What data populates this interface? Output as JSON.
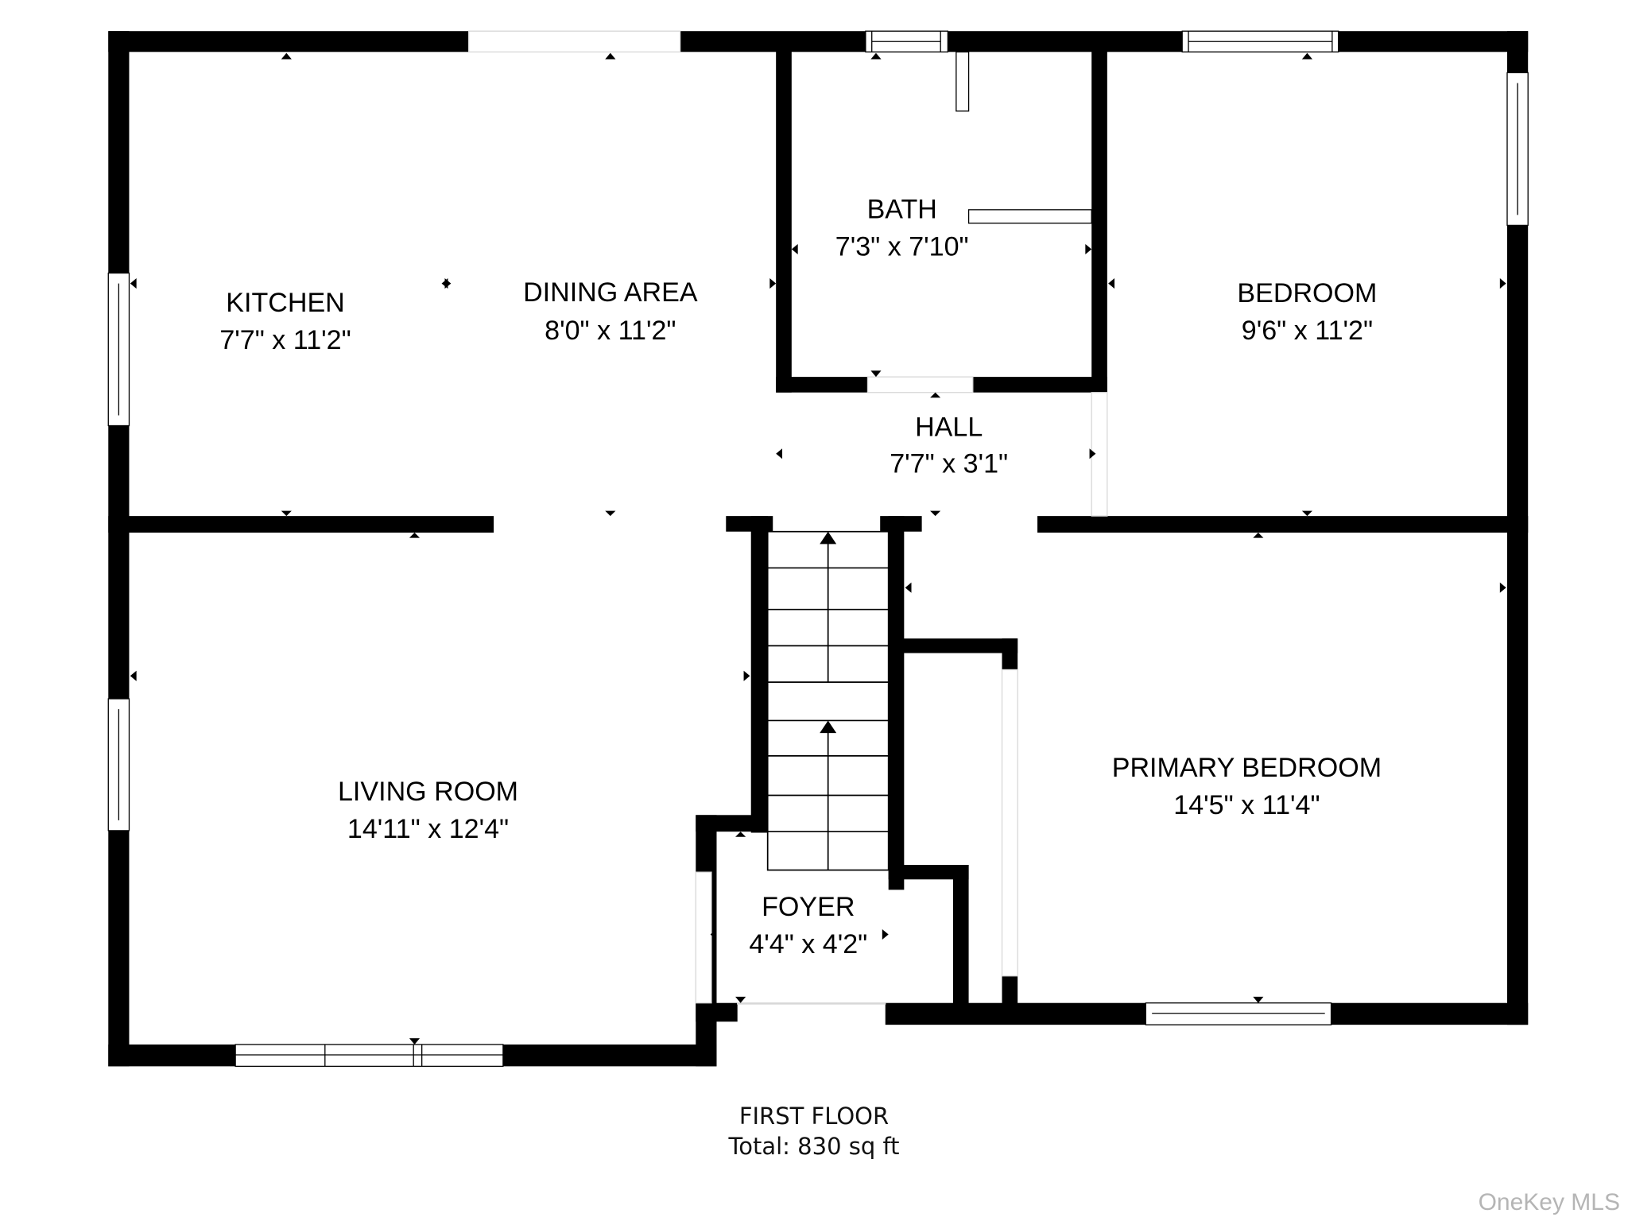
{
  "floor": {
    "name": "FIRST FLOOR",
    "total": "Total: 830 sq ft"
  },
  "rooms": [
    {
      "id": "kitchen",
      "name": "KITCHEN",
      "dims": "7'7\" x 11'2\""
    },
    {
      "id": "dining-area",
      "name": "DINING AREA",
      "dims": "8'0\" x 11'2\""
    },
    {
      "id": "bath",
      "name": "BATH",
      "dims": "7'3\" x 7'10\""
    },
    {
      "id": "bedroom",
      "name": "BEDROOM",
      "dims": "9'6\" x 11'2\""
    },
    {
      "id": "hall",
      "name": "HALL",
      "dims": "7'7\" x 3'1\""
    },
    {
      "id": "living-room",
      "name": "LIVING ROOM",
      "dims": "14'11\" x 12'4\""
    },
    {
      "id": "foyer",
      "name": "FOYER",
      "dims": "4'4\" x 4'2\""
    },
    {
      "id": "primary-bedroom",
      "name": "PRIMARY BEDROOM",
      "dims": "14'5\" x 11'4\""
    }
  ],
  "watermark": "OneKey MLS",
  "colors": {
    "wall": "#000000",
    "background": "#ffffff",
    "watermark": "#b5b5b5"
  }
}
